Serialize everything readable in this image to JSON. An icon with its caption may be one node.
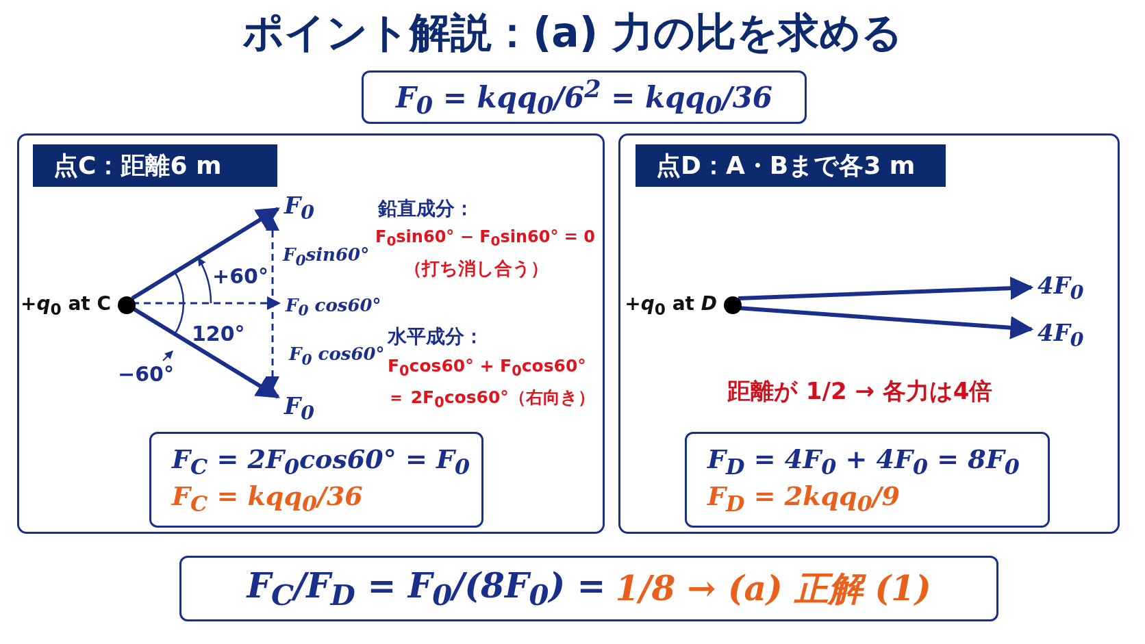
{
  "diagram": {
    "title": "ポイント解説：(a) 力の比を求める",
    "nodes": [
      {
        "text": [
          "F$_{0}$ = kqq$_{0}$/6$^{2}$ = kqq$_{0}$/36"
        ]
      },
      {
        "text": [],
        "shape": "box"
      },
      {
        "text": [
          "点C：距離6 m"
        ],
        "in": 1
      },
      {
        "text": [
          "+*q*$_{0}$ at C"
        ],
        "in": 1
      },
      {
        "text": [
          "F$_{0}$"
        ],
        "in": 1
      },
      {
        "text": [
          "F$_{0}$ cos60°"
        ],
        "in": 1
      },
      {
        "text": [
          "F$_{0}$"
        ],
        "in": 1
      },
      {
        "text": [
          "F$_{C}$ = 2F$_{0}$cos60° = F$_{0}$",
          "F$_{C}$ = kqq$_{0}$/36"
        ],
        "in": 1
      },
      {
        "text": [],
        "shape": "box"
      },
      {
        "text": [
          "点D：A・Bまで各3 m"
        ],
        "in": 8
      },
      {
        "text": [
          "+*q*$_{0}$ at *D*"
        ],
        "in": 8
      },
      {
        "text": [
          "4F$_{0}$"
        ],
        "in": 8
      },
      {
        "text": [
          "4F$_{0}$"
        ],
        "in": 8
      },
      {
        "text": [
          "F$_{D}$ = 4F$_{0}$ + 4F$_{0}$ = 8F$_{0}$",
          "F$_{D}$ = 2kqq$_{0}$/9"
        ],
        "in": 8
      },
      {
        "text": [
          "F$_{C}$/F$_{D}$ = F$_{0}$/(8F$_{0}$) =",
          "1/8 → (a) 正解 (1)"
        ]
      }
    ],
    "edges": [
      {
        "from": 3,
        "to": 4,
        "arrow": "to"
      },
      {
        "from": 3,
        "to": 5,
        "arrow": "to",
        "style": "dashed"
      },
      {
        "from": 3,
        "to": 6,
        "arrow": "to"
      },
      {
        "from": 6,
        "to": 4,
        "arrow": "both",
        "style": "dashed"
      },
      {
        "from": 10,
        "to": 11,
        "arrow": "to"
      },
      {
        "from": 10,
        "to": 12,
        "arrow": "to"
      }
    ],
    "labels": [
      "F$_{0}$sin60°",
      "+60°",
      "120°",
      "−60°",
      "F$_{0}$ cos60°",
      "鉛直成分：",
      "F$_{0}$sin60° − F$_{0}$sin60° = 0",
      "（打ち消し合う）",
      "水平成分：",
      "F$_{0}$cos60° + F$_{0}$cos60°",
      "＝ 2F$_{0}$cos60°（右向き）",
      "距離が 1/2 → 各力は4倍"
    ]
  }
}
